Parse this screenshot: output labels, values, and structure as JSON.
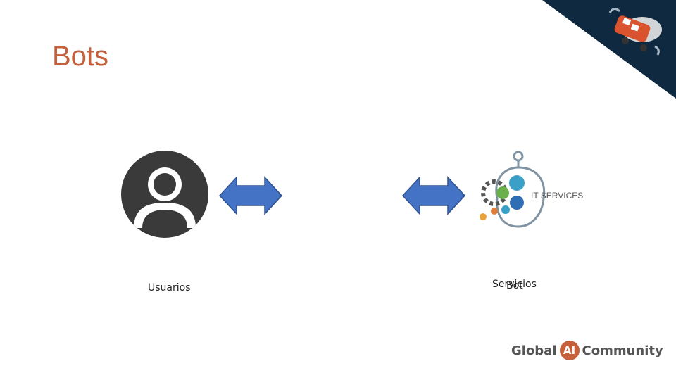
{
  "slide": {
    "title": "Bots"
  },
  "diagram": {
    "user_label": "Usuarios",
    "services_label": "Servicios",
    "bot_label": "Bot",
    "bot_graphic_text": "IT SERVICES"
  },
  "footer": {
    "logo_left": "Global",
    "logo_mid": "AI",
    "logo_right": "Community"
  },
  "colors": {
    "title": "#c5603a",
    "arrow": "#4472c4",
    "user_icon": "#3a3a3a",
    "corner": "#0f2a40"
  }
}
